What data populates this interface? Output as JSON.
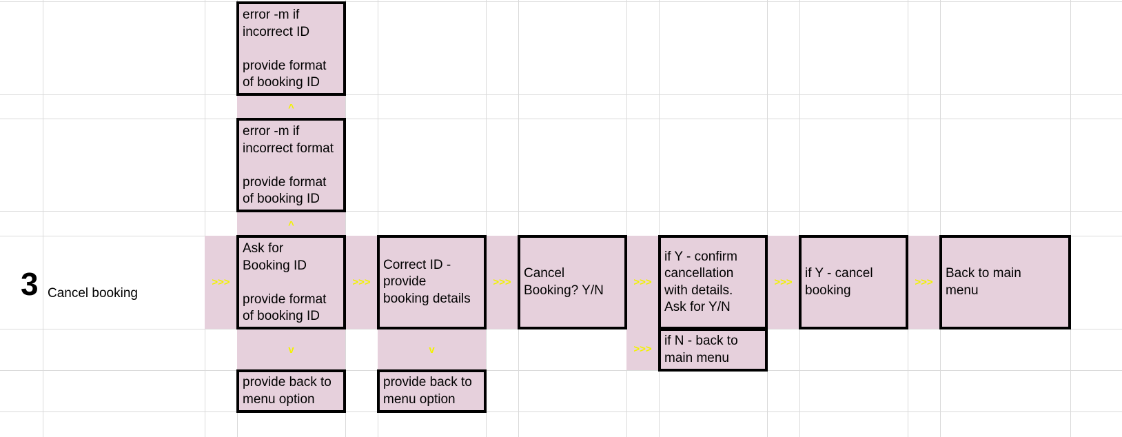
{
  "row": {
    "number": "3",
    "label": "Cancel booking"
  },
  "arrows": {
    "right": ">>>",
    "up": "^",
    "down": "v"
  },
  "boxes": {
    "error_incorrect_id": "error -m if\nincorrect ID\n\nprovide format\nof booking ID",
    "error_incorrect_format": "error -m if\nincorrect format\n\nprovide format\nof booking ID",
    "ask_booking_id": "Ask for\nBooking ID\n\nprovide format\nof booking ID",
    "correct_id": "Correct ID -\nprovide\nbooking details",
    "cancel_booking": "Cancel\nBooking? Y/N",
    "if_y_confirm": "if Y - confirm\ncancellation\nwith details.\nAsk for Y/N",
    "if_y_cancel": "if Y - cancel\nbooking",
    "back_to_main": "Back to main\nmenu",
    "if_n_back": "if N - back to\nmain menu",
    "back_option_1": "provide back to\nmenu option",
    "back_option_2": "provide back to\nmenu option"
  },
  "colors": {
    "cell_fill": "#e6d0dc",
    "arrow": "#f2f200",
    "border": "#000000",
    "gridline": "#dadada"
  }
}
